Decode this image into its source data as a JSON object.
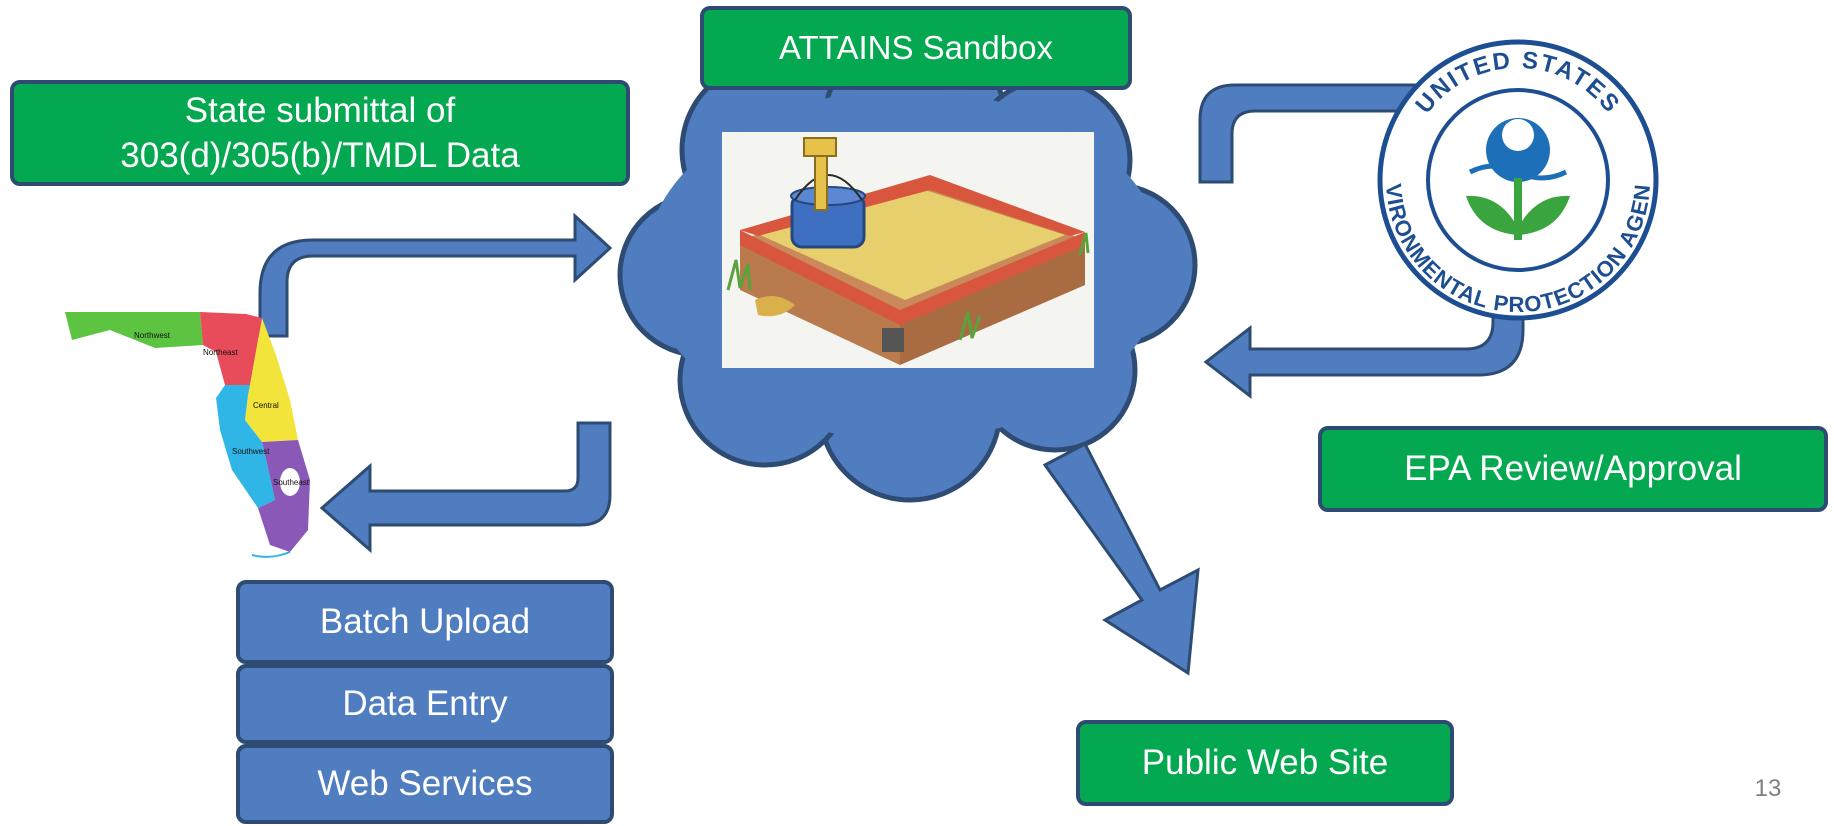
{
  "boxes": {
    "sandbox": "ATTAINS Sandbox",
    "state_submittal_line1": "State submittal of",
    "state_submittal_line2": "303(d)/305(b)/TMDL Data",
    "epa_review": "EPA Review/Approval",
    "public_site": "Public Web Site",
    "batch_upload": "Batch Upload",
    "data_entry": "Data Entry",
    "web_services": "Web Services"
  },
  "florida_regions": [
    "Northwest",
    "Northeast",
    "Central",
    "Southwest",
    "Southeast"
  ],
  "epa_seal": {
    "top_text": "UNITED STATES",
    "bottom_text": "ENVIRONMENTAL PROTECTION AGENCY"
  },
  "slide_number": "13",
  "colors": {
    "green_box": "#04a850",
    "blue_shape": "#4f7dc0",
    "outline": "#2e4c73"
  }
}
